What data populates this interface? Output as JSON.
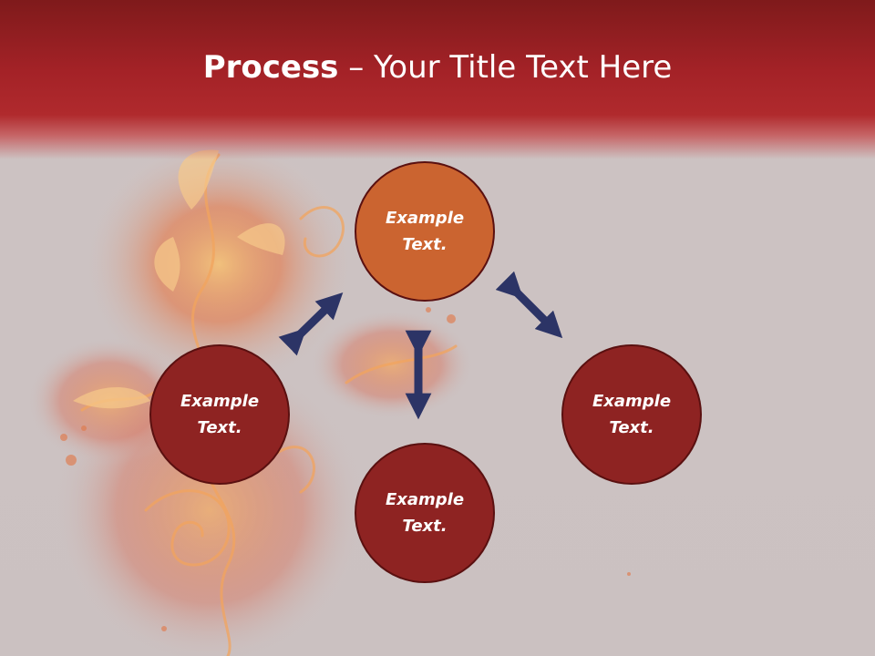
{
  "title": {
    "bold": "Process",
    "rest": " – Your Title Text Here"
  },
  "nodes": {
    "top": "Example\nText.",
    "left": "Example\nText.",
    "right": "Example\nText.",
    "bottom": "Example\nText."
  },
  "colors": {
    "header_dark": "#7f1a1b",
    "header_red": "#a42227",
    "background": "#cdc3c3",
    "node_top": "#cb6430",
    "node_other": "#8e2322",
    "node_border": "#5a1010",
    "arrow": "#2c3466"
  },
  "icons": {
    "arrows": "double-headed-arrow",
    "background": "flame-flower-illustration"
  }
}
